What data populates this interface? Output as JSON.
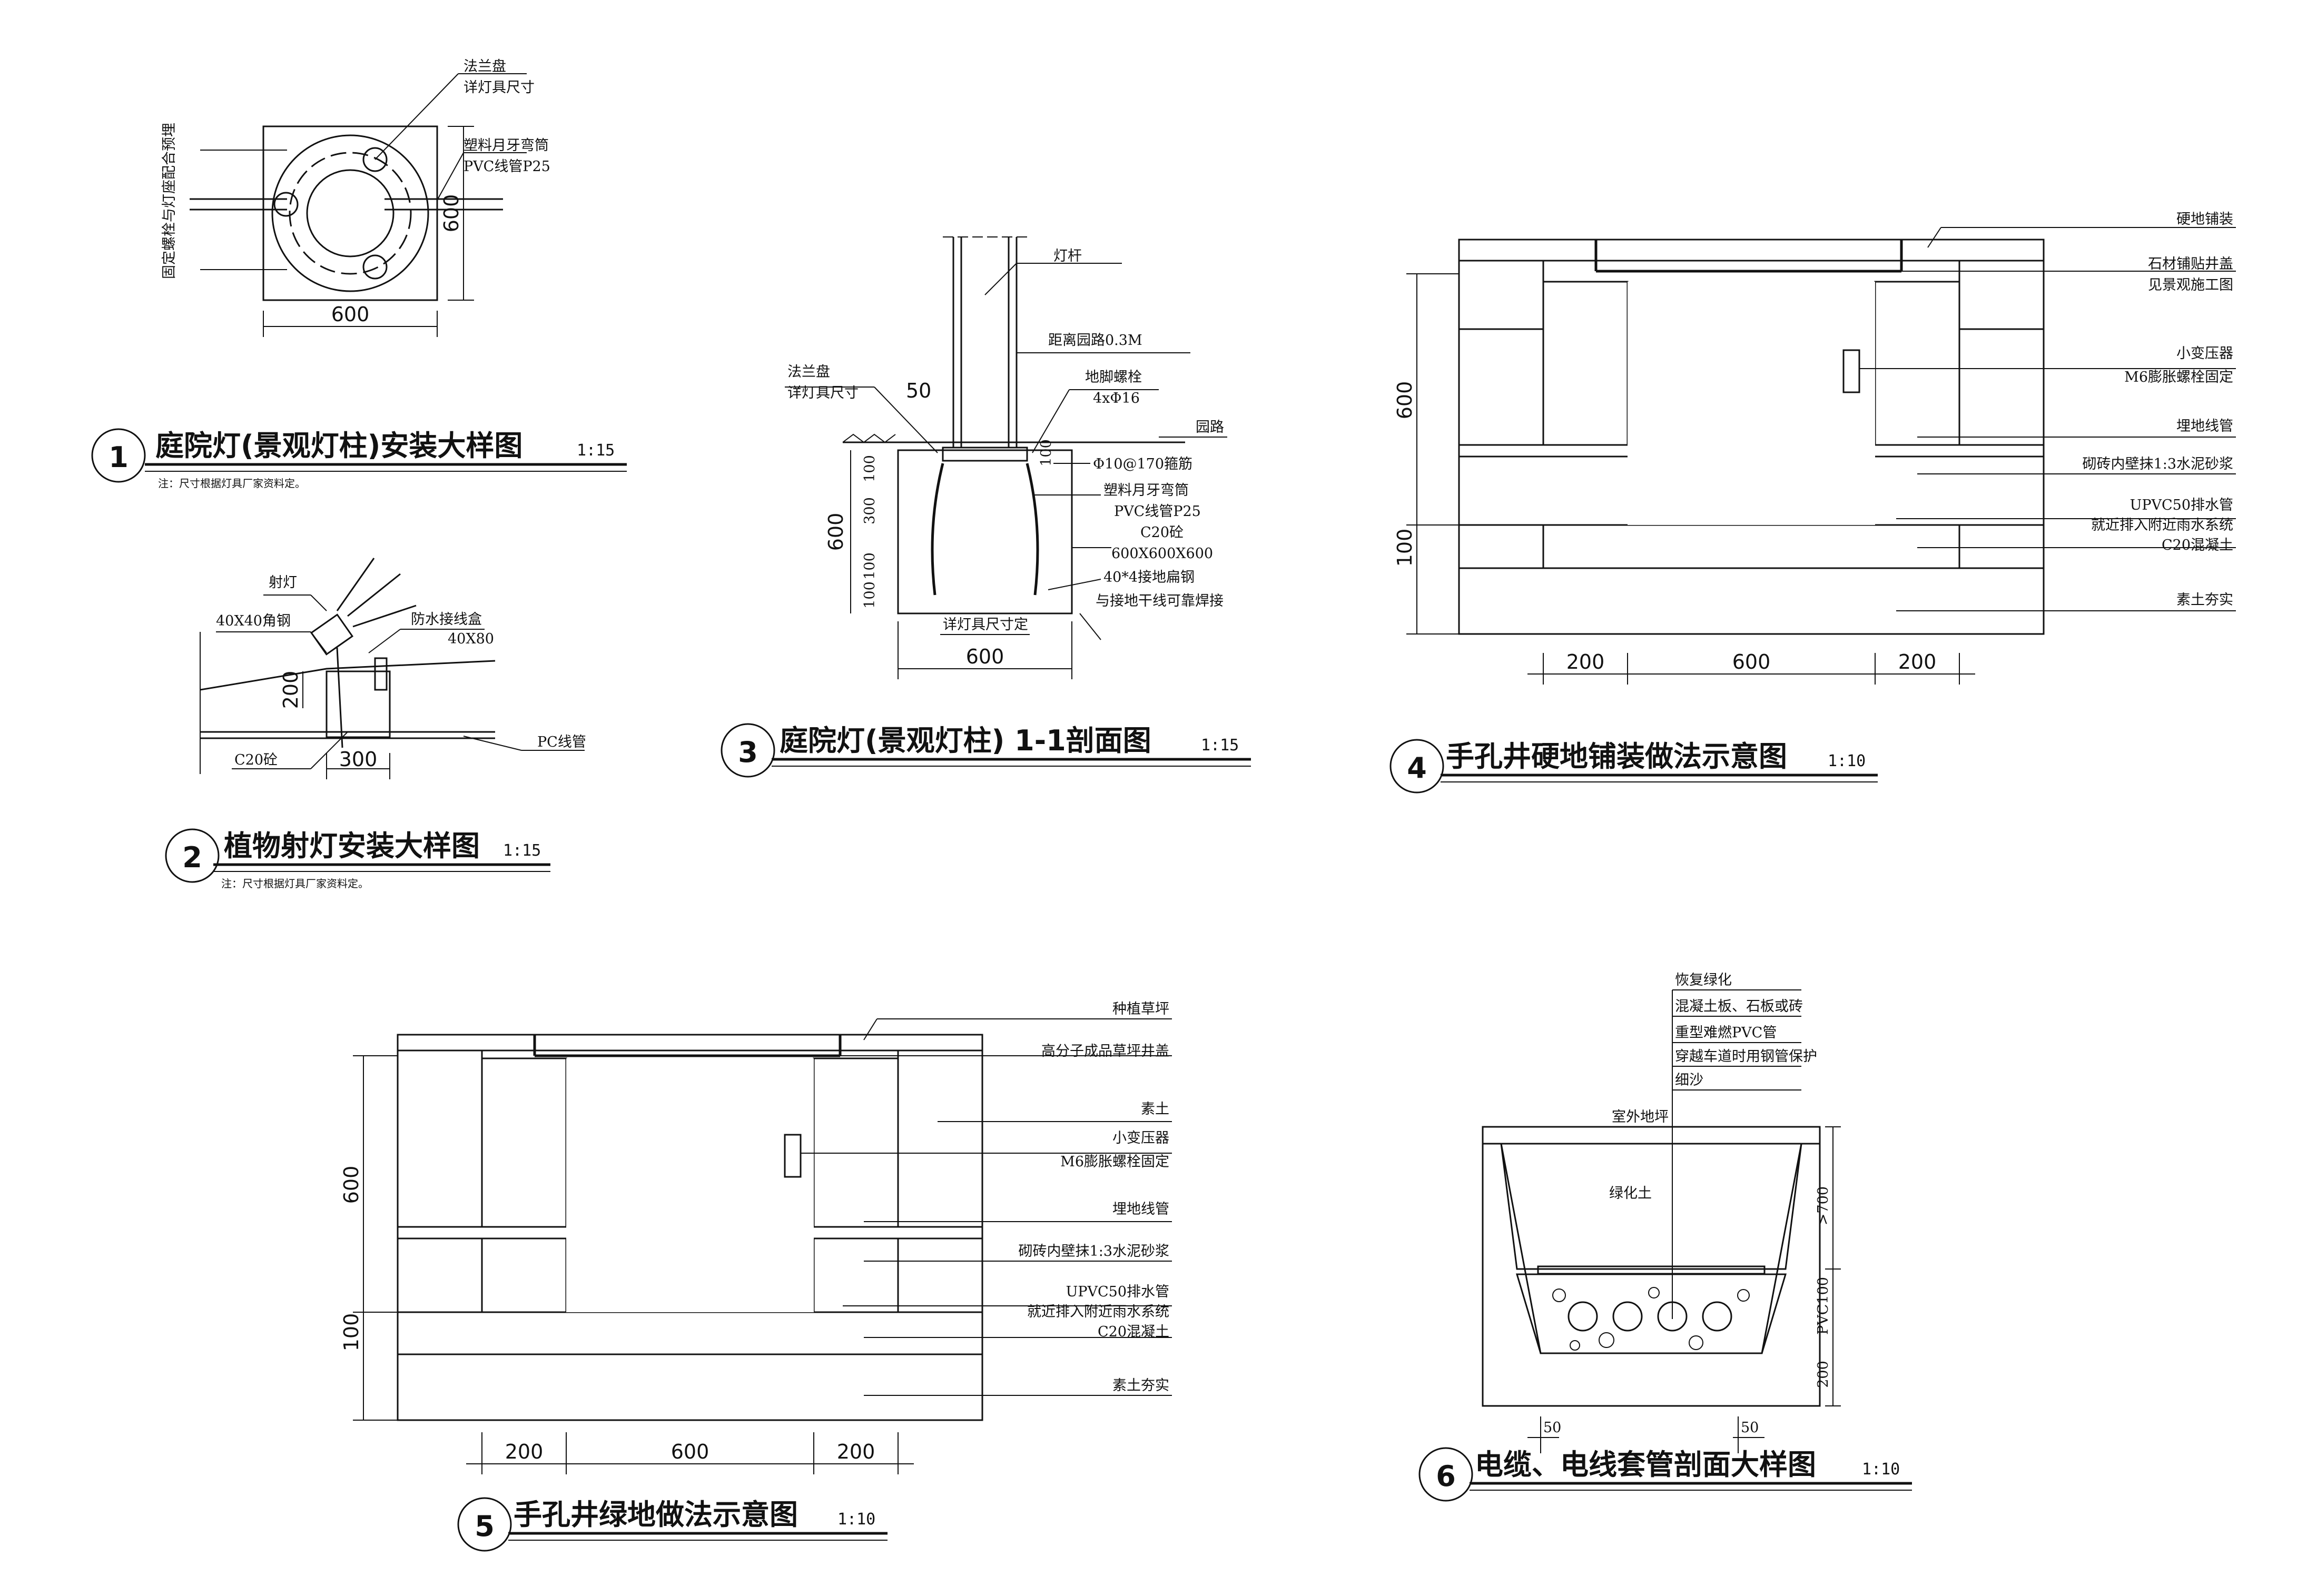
{
  "details": [
    {
      "number": "1",
      "title": "庭院灯(景观灯柱)安装大样图",
      "scale": "1:15",
      "note": "注：尺寸根据灯具厂家资料定。",
      "labels": {
        "flange": "法兰盘",
        "flange_sub": "详灯具尺寸",
        "bend": "塑料月牙弯筒",
        "bend_sub": "PVC线管P25",
        "bolt_vertical": "固定螺栓与灯座配合预埋",
        "dim_width": "600",
        "dim_height": "600"
      }
    },
    {
      "number": "2",
      "title": "植物射灯安装大样图",
      "scale": "1:15",
      "note": "注：尺寸根据灯具厂家资料定。",
      "labels": {
        "spotlight": "射灯",
        "angle_steel": "40X40角钢",
        "junction_box": "防水接线盒",
        "junction_box_size": "40X80",
        "pc_pipe": "PC线管",
        "concrete": "C20砼",
        "dim_300": "300",
        "dim_200": "200"
      }
    },
    {
      "number": "3",
      "title": "庭院灯(景观灯柱) 1-1剖面图",
      "scale": "1:15",
      "labels": {
        "pole": "灯杆",
        "distance": "距离园路0.3M",
        "flange": "法兰盘",
        "flange_sub": "详灯具尺寸",
        "anchor_bolt": "地脚螺栓",
        "anchor_spec": "4xΦ16",
        "road": "园路",
        "stirrup": "Φ10@170箍筋",
        "bend": "塑料月牙弯筒",
        "pvc": "PVC线管P25",
        "concrete": "C20砼",
        "block": "600X600X600",
        "ground_steel": "40*4接地扁钢",
        "weld": "与接地干线可靠焊接",
        "lamp_size": "详灯具尺寸定",
        "dim_50": "50",
        "dim_600_h": "600",
        "dim_100a": "100",
        "dim_300": "300",
        "dim_100b": "100",
        "dim_100c": "100",
        "dim_600_w": "600",
        "dim_100_r": "100"
      }
    },
    {
      "number": "4",
      "title": "手孔井硬地铺装做法示意图",
      "scale": "1:10",
      "labels": [
        "硬地铺装",
        "石材铺贴井盖",
        "见景观施工图",
        "小变压器",
        "M6膨胀螺栓固定",
        "埋地线管",
        "砌砖内壁抹1:3水泥砂浆",
        "UPVC50排水管",
        "就近排入附近雨水系统",
        "C20混凝土",
        "素土夯实"
      ],
      "dims": {
        "left": "200",
        "mid": "600",
        "right": "200",
        "h600": "600",
        "h100": "100"
      }
    },
    {
      "number": "5",
      "title": "手孔井绿地做法示意图",
      "scale": "1:10",
      "labels": [
        "种植草坪",
        "高分子成品草坪井盖",
        "素土",
        "小变压器",
        "M6膨胀螺栓固定",
        "埋地线管",
        "砌砖内壁抹1:3水泥砂浆",
        "UPVC50排水管",
        "就近排入附近雨水系统",
        "C20混凝土",
        "素土夯实"
      ],
      "dims": {
        "left": "200",
        "mid": "600",
        "right": "200",
        "h600": "600",
        "h100": "100"
      }
    },
    {
      "number": "6",
      "title": "电缆、电线套管剖面大样图",
      "scale": "1:10",
      "labels": [
        "恢复绿化",
        "混凝土板、石板或砖",
        "重型难燃PVC管",
        "穿越车道时用钢管保护",
        "细沙"
      ],
      "extra": {
        "outdoor": "室外地坪",
        "green_soil": "绿化土",
        "dim_700": ">700",
        "dim_200": "200",
        "pvc100": "PVC100",
        "dim_50a": "50",
        "dim_50b": "50"
      }
    }
  ]
}
